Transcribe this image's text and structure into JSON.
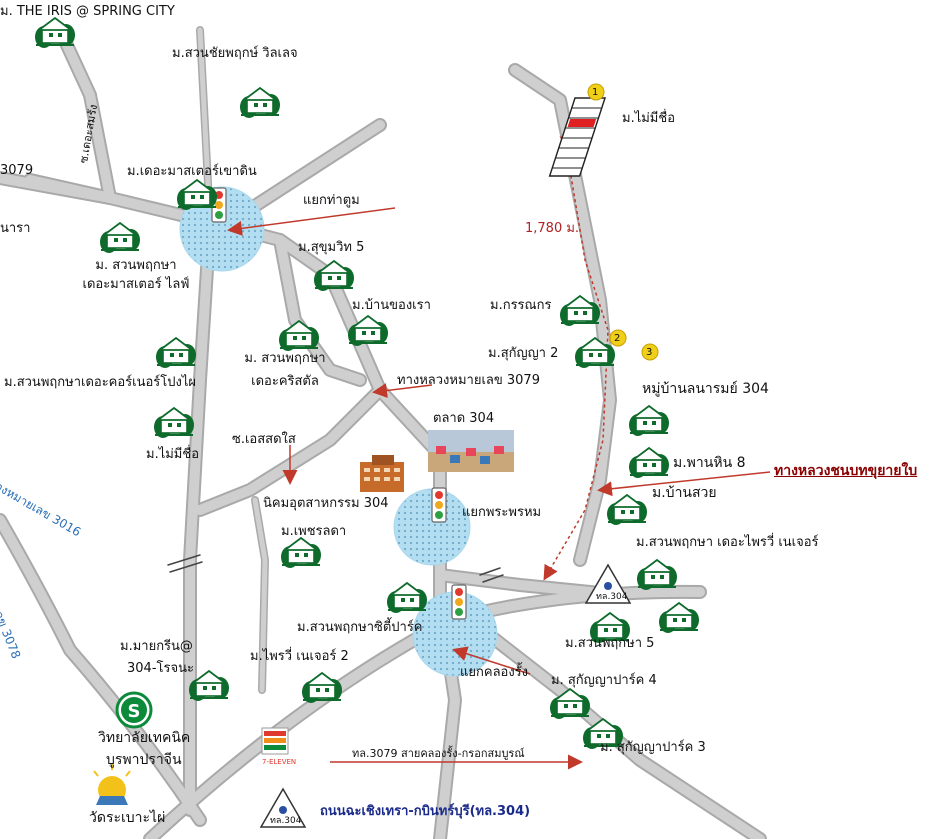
{
  "project_title": "ม. THE IRIS @ SPRING CITY",
  "villages": {
    "suan_chai_village": "ม.สวนชัยพฤกษ์ วิลเลจ",
    "the_master_khaodin": "ม.เดอะมาสเตอร์เขาดิน",
    "suan_pruksa_master_life_1": "ม. สวนพฤกษา",
    "suan_pruksa_master_life_2": "เดอะมาสเตอร์ ไลฟ์",
    "sukhumvit5": "ม.สุขุมวิท 5",
    "ban_khong_rao": "ม.บ้านของเรา",
    "suan_pruksa_crystal_1": "ม. สวนพฤกษา",
    "suan_pruksa_crystal_2": "เดอะคริสตัล",
    "suan_pruksa_corner": "ม.สวนพฤกษาเดอะคอร์เนอร์โปงไผ",
    "no_name_west": "ม.ไม่มีชื่อ",
    "no_name_east": "ม.ไม่มีชื่อ",
    "kannikar": "ม.กรรณกร",
    "sukanya2": "ม.สุกัญญา 2",
    "ban_lanarom": "หมู่บ้านลนารมย์ 304",
    "phan_hin8": "ม.พานหิน 8",
    "ban_suay": "ม.บ้านสวย",
    "suan_pruksa_privy": "ม.สวนพฤกษา เดอะไพรวี่ เนเจอร์",
    "phetcharada": "ม.เพชรลดา",
    "suan_pruksa_city_park": "ม.สวนพฤกษาซิตี้ปาร์ค",
    "privy_nature2": "ม.ไพรวี่ เนเจอร์ 2",
    "suan_pruksa5": "ม.สวนพฤกษา 5",
    "sukanya_park4": "ม. สุกัญญาปาร์ค 4",
    "sukanya_park3": "ม. สุกัญญาปาร์ค 3",
    "mygreen_1": "ม.มายกรีน@",
    "mygreen_2": "304-โรจนะ"
  },
  "places": {
    "tha_tum_intersection": "แยกท่าตูม",
    "road_3079": "ทางหลวงหมายเลข 3079",
    "s_sot_sai": "ซ.เอสสดใส",
    "market_304": "ตลาด 304",
    "industrial_estate": "นิคมอุตสาหกรรม 304",
    "phra_phrom_intersection": "แยกพระพรหม",
    "khlong_rung_intersection": "แยกคลองรั้ง",
    "college_1": "วิทยาลัยเทคนิค",
    "college_2": "บูรพาปราจีน",
    "temple": "วัดระเบาะไผ่",
    "soi_khaosamrong": "ซ.เดอะสมรัง",
    "bypass_road": "ทางหลวงชนบทขุยายใบ",
    "distance": "1,780 ม.",
    "road_3079_route": "ทล.3079 สายคลองรั้ง-กรอกสมบูรณ์",
    "road_304": "ถนนฉะเชิงเทรา-กบินทร์บุรี(ทล.304)",
    "road_3016": "องหมายเลข 3016",
    "road_3078": "เลข 3078",
    "road_3079_edge": "3079",
    "nara_edge": "นารา"
  },
  "markers": {
    "m1": "1",
    "m2": "2",
    "m3": "3",
    "hw304_sign_1": "ทล.304",
    "hw304_sign_2": "ทล.304",
    "seven_eleven": "7-ELEVEN",
    "s_logo": "S"
  },
  "colors": {
    "road": "#c8c8c8",
    "road_edge": "#a9a9a9",
    "circle_fill": "#a9d8ee",
    "house_tree": "#0e6b2c",
    "red_line": "#c0392b",
    "marker_yellow": "#f0cf19",
    "blue_road_label": "#2a6fb5",
    "college_green": "#0b8a3a",
    "red_box": "#e02020"
  }
}
